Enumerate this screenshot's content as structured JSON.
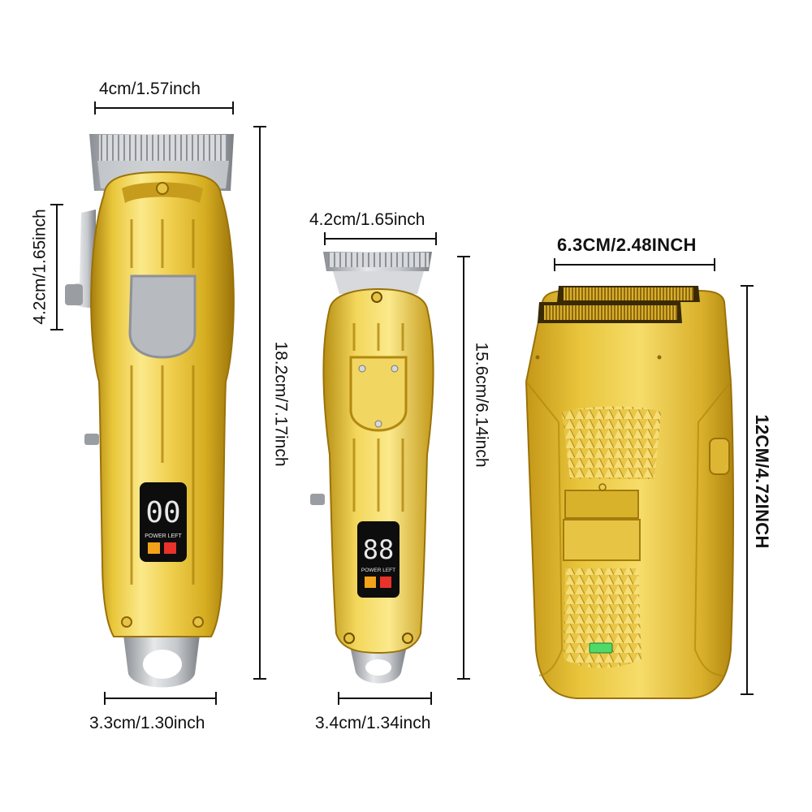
{
  "products": {
    "clipper": {
      "width_top": "4cm/1.57inch",
      "head_height": "4.2cm/1.65inch",
      "height": "18.2cm/7.17inch",
      "width_bottom": "3.3cm/1.30inch",
      "display_digits": "00",
      "display_caption": "POWER LEFT"
    },
    "trimmer": {
      "width_top": "4.2cm/1.65inch",
      "height": "15.6cm/6.14inch",
      "width_bottom": "3.4cm/1.34inch",
      "display_digits": "88",
      "display_caption": "POWER LEFT"
    },
    "shaver": {
      "width": "6.3CM/2.48INCH",
      "height": "12CM/4.72INCH"
    }
  },
  "colors": {
    "gold_light": "#f7e27a",
    "gold_mid": "#e3bf2e",
    "gold_dark": "#b98d12",
    "silver": "#c9ccd0",
    "lcd_bg": "#0d0d0d",
    "lcd_red": "#e8322a"
  }
}
